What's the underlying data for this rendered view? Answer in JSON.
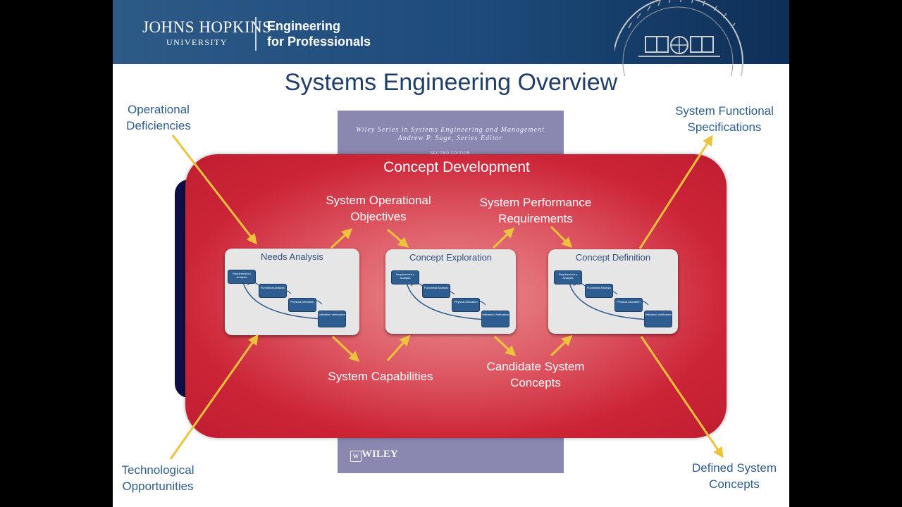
{
  "header": {
    "university_name": "JOHNS HOPKINS",
    "university_sub": "UNIVERSITY",
    "program_line1": "Engineering",
    "program_line2": "for Professionals"
  },
  "slide": {
    "title": "Systems Engineering Overview"
  },
  "book": {
    "series_line1": "Wiley Series in Systems Engineering and Management",
    "series_line2": "Andrew P. Sage, Series Editor",
    "edition": "SECOND EDITION",
    "publisher": "WILEY"
  },
  "diagram": {
    "stage_title": "Concept Development",
    "phases": [
      {
        "title": "Needs Analysis"
      },
      {
        "title": "Concept Exploration"
      },
      {
        "title": "Concept Definition"
      }
    ],
    "mini_steps": [
      "Requirement s Analysis",
      "Functional Analysis",
      "Physical Allocation",
      "Validation Verification"
    ],
    "internal_labels": {
      "operational_objectives": [
        "System Operational",
        "Objectives"
      ],
      "performance_requirements": [
        "System Performance",
        "Requirements"
      ],
      "capabilities": [
        "System Capabilities"
      ],
      "candidate_concepts": [
        "Candidate System",
        "Concepts"
      ]
    },
    "external_labels": {
      "operational_deficiencies": [
        "Operational",
        "Deficiencies"
      ],
      "technological_opportunities": [
        "Technological",
        "Opportunities"
      ],
      "functional_specifications": [
        "System Functional",
        "Specifications"
      ],
      "defined_concepts": [
        "Defined System",
        "Concepts"
      ]
    }
  },
  "colors": {
    "header_blue": "#1d4a7a",
    "title_text": "#1f3e6b",
    "concept_red": "#cc2437",
    "arrow_yellow": "#ecc33c",
    "label_blue": "#2e5d91"
  }
}
